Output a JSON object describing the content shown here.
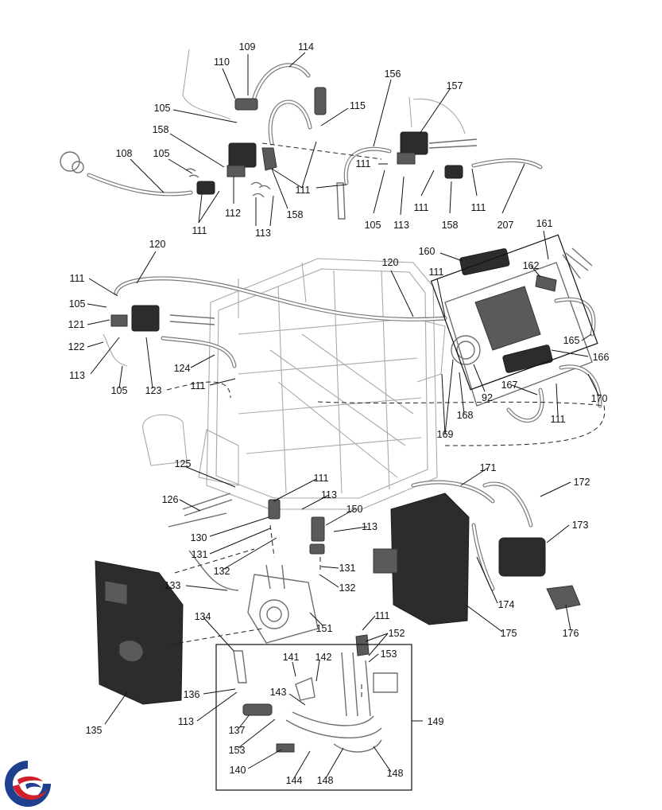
{
  "callouts": [
    {
      "id": "c109",
      "text": "109"
    },
    {
      "id": "c110",
      "text": "110"
    },
    {
      "id": "c114",
      "text": "114"
    },
    {
      "id": "c105a",
      "text": "105"
    },
    {
      "id": "c115",
      "text": "115"
    },
    {
      "id": "c158a",
      "text": "158"
    },
    {
      "id": "c108",
      "text": "108"
    },
    {
      "id": "c105b",
      "text": "105"
    },
    {
      "id": "c111a",
      "text": "111"
    },
    {
      "id": "c112",
      "text": "112"
    },
    {
      "id": "c113a",
      "text": "113"
    },
    {
      "id": "c158b",
      "text": "158"
    },
    {
      "id": "c111b",
      "text": "111"
    },
    {
      "id": "c156",
      "text": "156"
    },
    {
      "id": "c157",
      "text": "157"
    },
    {
      "id": "c111c",
      "text": "111"
    },
    {
      "id": "c105c",
      "text": "105"
    },
    {
      "id": "c113b",
      "text": "113"
    },
    {
      "id": "c111d",
      "text": "111"
    },
    {
      "id": "c158c",
      "text": "158"
    },
    {
      "id": "c111e",
      "text": "111"
    },
    {
      "id": "c207",
      "text": "207"
    },
    {
      "id": "c120a",
      "text": "120"
    },
    {
      "id": "c120b",
      "text": "120"
    },
    {
      "id": "c161",
      "text": "161"
    },
    {
      "id": "c160",
      "text": "160"
    },
    {
      "id": "c162",
      "text": "162"
    },
    {
      "id": "c111f",
      "text": "111"
    },
    {
      "id": "c111g",
      "text": "111"
    },
    {
      "id": "c105d",
      "text": "105"
    },
    {
      "id": "c121",
      "text": "121"
    },
    {
      "id": "c122",
      "text": "122"
    },
    {
      "id": "c113c",
      "text": "113"
    },
    {
      "id": "c105e",
      "text": "105"
    },
    {
      "id": "c123",
      "text": "123"
    },
    {
      "id": "c124",
      "text": "124"
    },
    {
      "id": "c111h",
      "text": "111"
    },
    {
      "id": "c165",
      "text": "165"
    },
    {
      "id": "c166",
      "text": "166"
    },
    {
      "id": "c92",
      "text": "92"
    },
    {
      "id": "c167",
      "text": "167"
    },
    {
      "id": "c168",
      "text": "168"
    },
    {
      "id": "c170",
      "text": "170"
    },
    {
      "id": "c111i",
      "text": "111"
    },
    {
      "id": "c169",
      "text": "169"
    },
    {
      "id": "c171",
      "text": "171"
    },
    {
      "id": "c172",
      "text": "172"
    },
    {
      "id": "c125",
      "text": "125"
    },
    {
      "id": "c111j",
      "text": "111"
    },
    {
      "id": "c126",
      "text": "126"
    },
    {
      "id": "c113d",
      "text": "113"
    },
    {
      "id": "c150",
      "text": "150"
    },
    {
      "id": "c113e",
      "text": "113"
    },
    {
      "id": "c173",
      "text": "173"
    },
    {
      "id": "c130",
      "text": "130"
    },
    {
      "id": "c131a",
      "text": "131"
    },
    {
      "id": "c132a",
      "text": "132"
    },
    {
      "id": "c131b",
      "text": "131"
    },
    {
      "id": "c132b",
      "text": "132"
    },
    {
      "id": "c174",
      "text": "174"
    },
    {
      "id": "c133",
      "text": "133"
    },
    {
      "id": "c176",
      "text": "176"
    },
    {
      "id": "c175",
      "text": "175"
    },
    {
      "id": "c134",
      "text": "134"
    },
    {
      "id": "c111k",
      "text": "111"
    },
    {
      "id": "c151",
      "text": "151"
    },
    {
      "id": "c152",
      "text": "152"
    },
    {
      "id": "c153a",
      "text": "153"
    },
    {
      "id": "c141",
      "text": "141"
    },
    {
      "id": "c142",
      "text": "142"
    },
    {
      "id": "c149",
      "text": "149"
    },
    {
      "id": "c136",
      "text": "136"
    },
    {
      "id": "c143",
      "text": "143"
    },
    {
      "id": "c135",
      "text": "135"
    },
    {
      "id": "c113f",
      "text": "113"
    },
    {
      "id": "c137",
      "text": "137"
    },
    {
      "id": "c153b",
      "text": "153"
    },
    {
      "id": "c140",
      "text": "140"
    },
    {
      "id": "c144",
      "text": "144"
    },
    {
      "id": "c148a",
      "text": "148"
    },
    {
      "id": "c148b",
      "text": "148"
    }
  ],
  "logo": {
    "name": "brand-logo-icon",
    "colors": {
      "blue": "#1f3f8f",
      "red": "#d0202c"
    }
  }
}
